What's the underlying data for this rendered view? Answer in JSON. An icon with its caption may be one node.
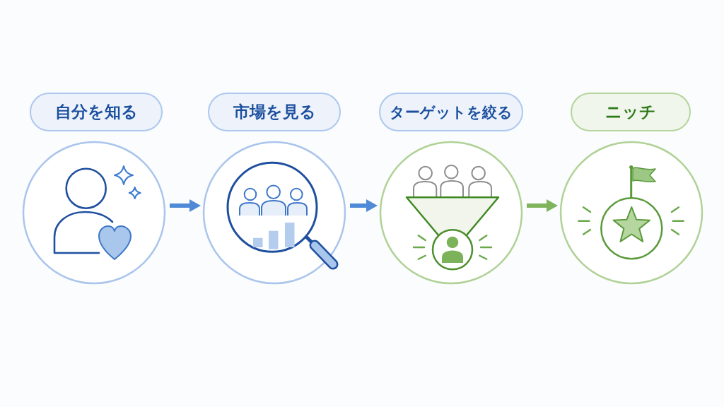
{
  "diagram": {
    "nodes": [
      {
        "text": [
          "自分を知る"
        ]
      },
      {
        "text": [
          "市場を見る"
        ]
      },
      {
        "text": [
          "ターゲットを絞る"
        ]
      },
      {
        "text": [
          "ニッチ"
        ]
      }
    ],
    "edges": [
      {
        "from": 0,
        "to": 1,
        "arrow": "to"
      },
      {
        "from": 1,
        "to": 2,
        "arrow": "to"
      },
      {
        "from": 2,
        "to": 3,
        "arrow": "to",
        "color": "#7fb35c"
      }
    ]
  }
}
